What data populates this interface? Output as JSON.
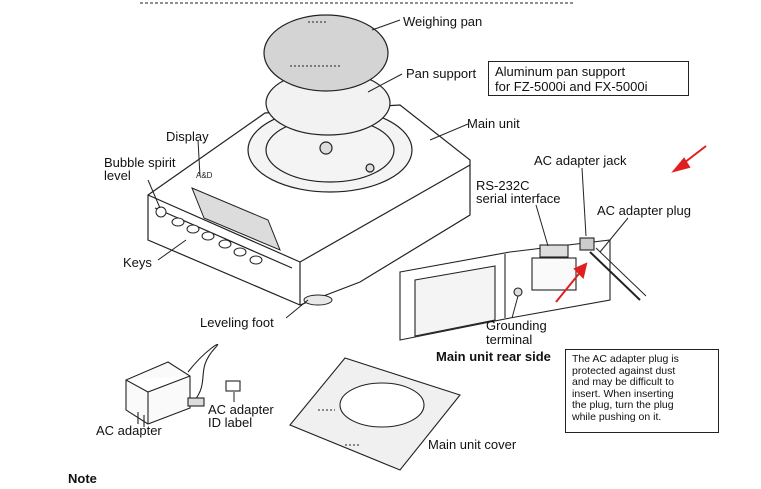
{
  "labels": {
    "weighing_pan": "Weighing pan",
    "pan_support": "Pan support",
    "main_unit": "Main unit",
    "display": "Display",
    "bubble_spirit_level_1": "Bubble spirit",
    "bubble_spirit_level_2": "level",
    "keys": "Keys",
    "leveling_foot": "Leveling foot",
    "ac_adapter_jack": "AC adapter jack",
    "rs232c_1": "RS-232C",
    "rs232c_2": "serial interface",
    "ac_adapter_plug": "AC adapter plug",
    "grounding_1": "Grounding",
    "grounding_2": "terminal",
    "main_unit_rear_side": "Main unit rear side",
    "ac_adapter": "AC adapter",
    "ac_adapter_id_1": "AC adapter",
    "ac_adapter_id_2": "ID label",
    "main_unit_cover": "Main unit cover",
    "note": "Note"
  },
  "pan_support_box": {
    "line1": "Aluminum pan support",
    "line2": "for FZ-5000i and FX-5000i"
  },
  "plug_note": {
    "lines": [
      "The AC adapter plug is",
      "protected against dust",
      "and may be difficult to",
      "insert. When inserting",
      "the plug, turn the plug",
      "while pushing on it."
    ]
  },
  "colors": {
    "arrow": "#e02020",
    "line": "#222222",
    "shade": "#e6e6e6",
    "pan": "#d4d4d4"
  }
}
